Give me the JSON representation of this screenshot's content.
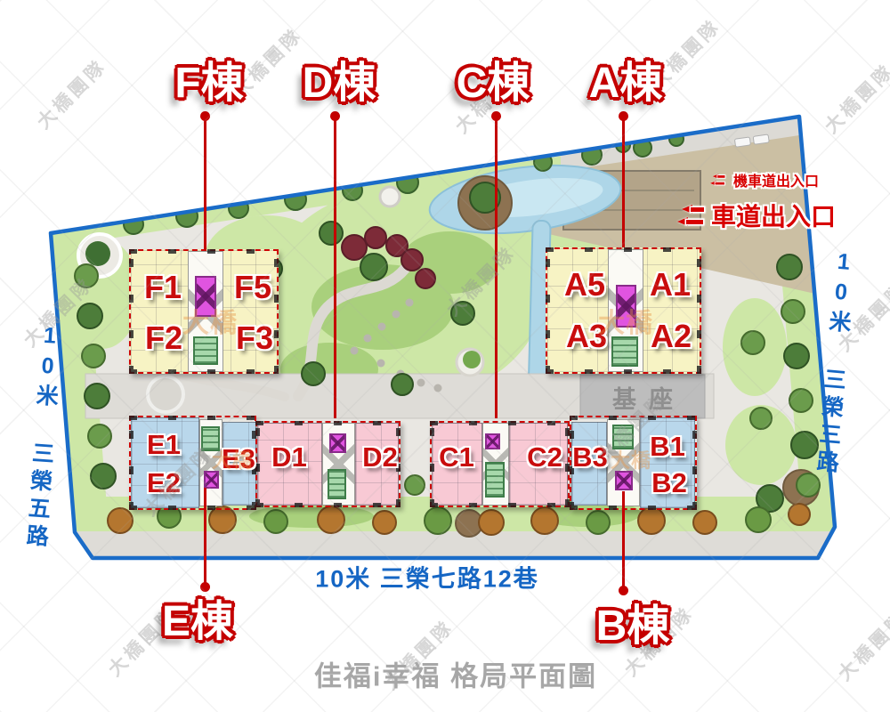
{
  "title": "佳福i幸福 格局平面圖",
  "watermark": "大橋團隊",
  "watermark_short": "大橋",
  "site": {
    "streets": {
      "left": "10米 三榮五路",
      "right": "10米 三榮三路",
      "bottom": "10米 三榮七路12巷"
    },
    "entrances": {
      "motorcycle": "機車道出入口",
      "car": "車道出入口"
    },
    "podium": "基座"
  },
  "tower_labels": {
    "F": "F棟",
    "D": "D棟",
    "C": "C棟",
    "A": "A棟",
    "E": "E棟",
    "B": "B棟"
  },
  "unit_labels": {
    "F1": "F1",
    "F5": "F5",
    "F2": "F2",
    "F3": "F3",
    "A5": "A5",
    "A1": "A1",
    "A3": "A3",
    "A2": "A2",
    "E1": "E1",
    "E2": "E2",
    "E3": "E3",
    "D1": "D1",
    "D2": "D2",
    "C1": "C1",
    "C2": "C2",
    "B3": "B3",
    "B1": "B1",
    "B2": "B2"
  },
  "colors": {
    "boundary_blue": "#1a6cc8",
    "label_red": "#c40000",
    "street_blue": "#1566c4",
    "building_yellow": "#f7f3c4",
    "building_pink": "#f8c9d4",
    "building_blue": "#b9d7eb",
    "podium_gray": "#bdbdbd",
    "title_gray": "#a7a7a7"
  }
}
